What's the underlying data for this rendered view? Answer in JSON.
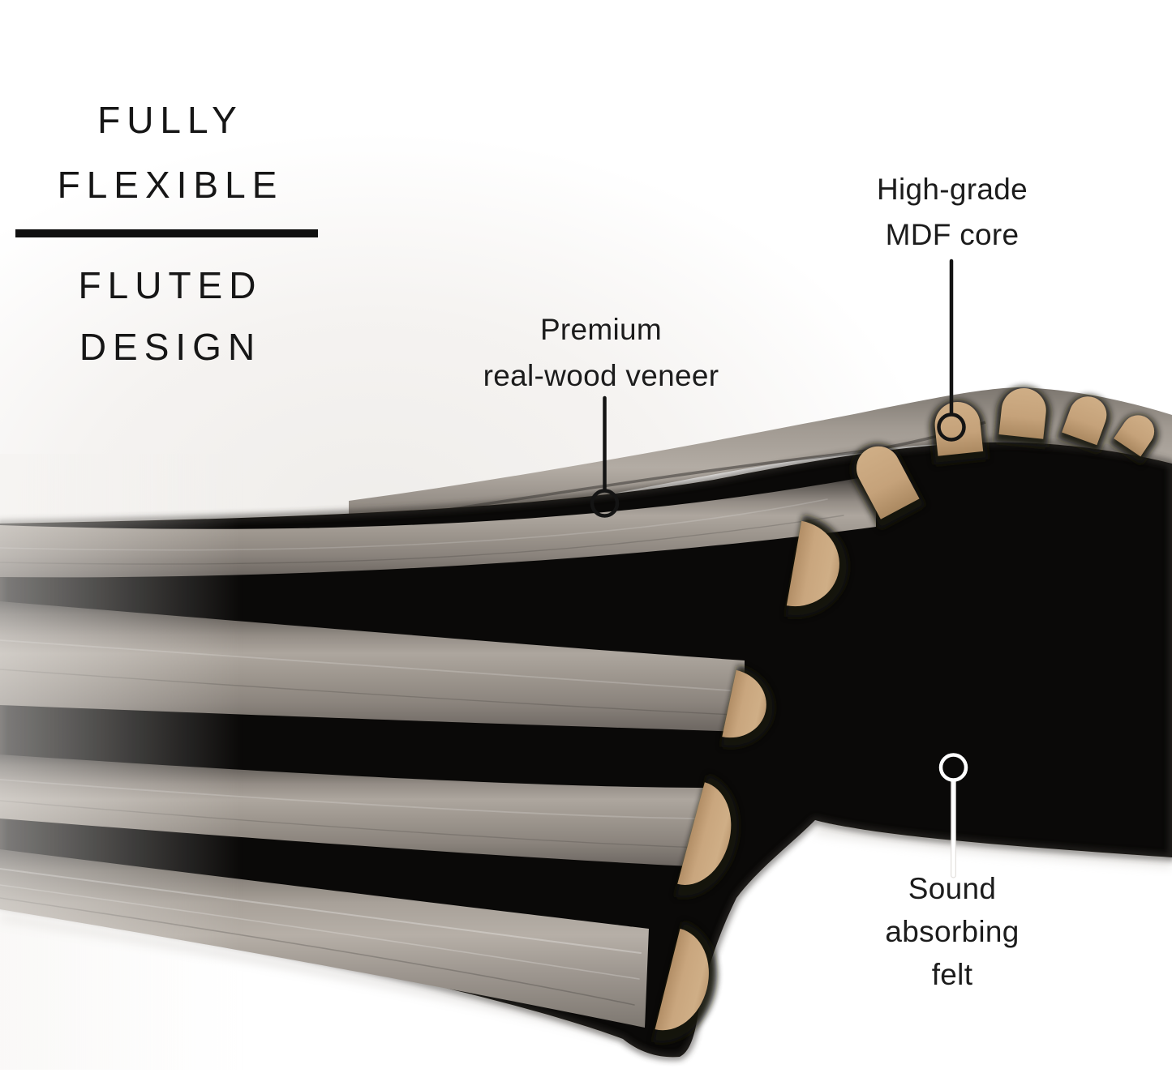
{
  "headline": {
    "line1": "FULLY",
    "line2": "FLEXIBLE",
    "line3": "FLUTED",
    "line4": "DESIGN"
  },
  "callouts": {
    "veneer": {
      "line1": "Premium",
      "line2": "real-wood veneer"
    },
    "mdf": {
      "line1": "High-grade",
      "line2": "MDF core"
    },
    "felt": {
      "line1": "Sound",
      "line2": "absorbing",
      "line3": "felt"
    }
  },
  "colors": {
    "text": "#1c1c1c",
    "headline_text": "#161616",
    "divider": "#101010",
    "background": "#f4f2ef",
    "felt_black": "#0b0a09",
    "wood_dark": "#3a3734",
    "wood_mid": "#968f88",
    "wood_light": "#b4ada5",
    "mdf_tan": "#c9a67e",
    "leader_dark": "#141414",
    "leader_light": "#ffffff"
  }
}
